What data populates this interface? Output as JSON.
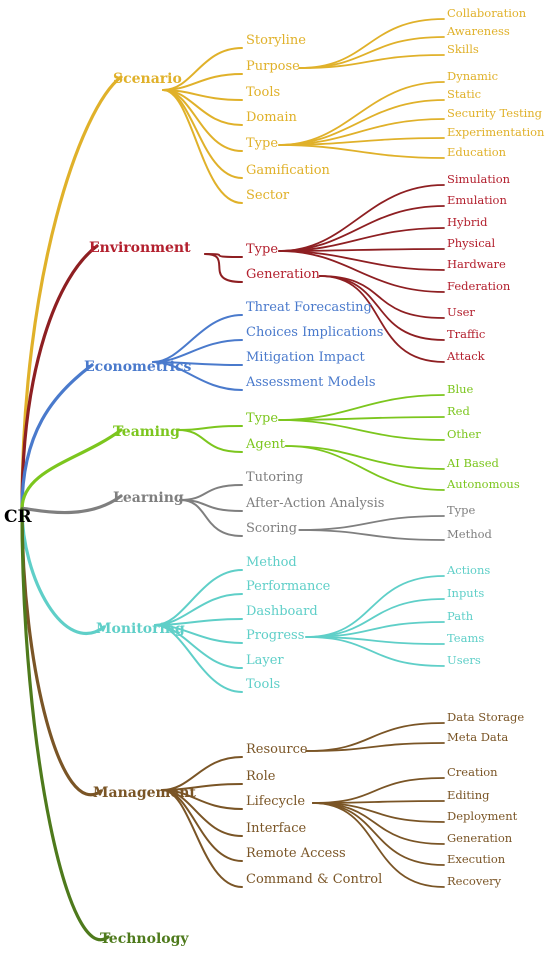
{
  "root": {
    "label": "CR"
  },
  "branches": [
    {
      "id": "scenario",
      "label": "Scenario",
      "color": "#E0B12A",
      "children": [
        {
          "label": "Storyline"
        },
        {
          "label": "Purpose",
          "children": [
            "Collaboration",
            "Awareness",
            "Skills"
          ]
        },
        {
          "label": "Tools"
        },
        {
          "label": "Domain"
        },
        {
          "label": "Type",
          "children": [
            "Dynamic",
            "Static",
            "Security Testing",
            "Experimentation",
            "Education"
          ]
        },
        {
          "label": "Gamification"
        },
        {
          "label": "Sector"
        }
      ]
    },
    {
      "id": "environment",
      "label": "Environment",
      "color": "#B3202E",
      "edge_color": "#8E1F22",
      "children": [
        {
          "label": "Type",
          "children": [
            "Simulation",
            "Emulation",
            "Hybrid",
            "Physical",
            "Hardware",
            "Federation"
          ]
        },
        {
          "label": "Generation",
          "children": [
            "User",
            "Traffic",
            "Attack"
          ]
        }
      ]
    },
    {
      "id": "econometrics",
      "label": "Econometrics",
      "color": "#4A7ACC",
      "children": [
        {
          "label": "Threat Forecasting"
        },
        {
          "label": "Choices Implications"
        },
        {
          "label": "Mitigation Impact"
        },
        {
          "label": "Assessment Models"
        }
      ]
    },
    {
      "id": "teaming",
      "label": "Teaming",
      "color": "#7CC61E",
      "children": [
        {
          "label": "Type",
          "children": [
            "Blue",
            "Red",
            "Other"
          ]
        },
        {
          "label": "Agent",
          "children": [
            "AI Based",
            "Autonomous"
          ]
        }
      ]
    },
    {
      "id": "learning",
      "label": "Learning",
      "color": "#7F7F7F",
      "children": [
        {
          "label": "Tutoring"
        },
        {
          "label": "After-Action Analysis"
        },
        {
          "label": "Scoring",
          "children": [
            "Type",
            "Method"
          ]
        }
      ]
    },
    {
      "id": "monitoring",
      "label": "Monitoring",
      "color": "#5FCFC8",
      "children": [
        {
          "label": "Method"
        },
        {
          "label": "Performance"
        },
        {
          "label": "Dashboard"
        },
        {
          "label": "Progress",
          "children": [
            "Actions",
            "Inputs",
            "Path",
            "Teams",
            "Users"
          ]
        },
        {
          "label": "Layer"
        },
        {
          "label": "Tools"
        }
      ]
    },
    {
      "id": "management",
      "label": "Management",
      "color": "#7A5526",
      "children": [
        {
          "label": "Resource",
          "children": [
            "Data Storage",
            "Meta Data"
          ]
        },
        {
          "label": "Role"
        },
        {
          "label": "Lifecycle",
          "children": [
            "Creation",
            "Editing",
            "Deployment",
            "Generation",
            "Execution",
            "Recovery"
          ]
        },
        {
          "label": "Interface"
        },
        {
          "label": "Remote Access"
        },
        {
          "label": "Command & Control"
        }
      ]
    },
    {
      "id": "technology",
      "label": "Technology",
      "color": "#4E7A1C",
      "children": []
    }
  ]
}
